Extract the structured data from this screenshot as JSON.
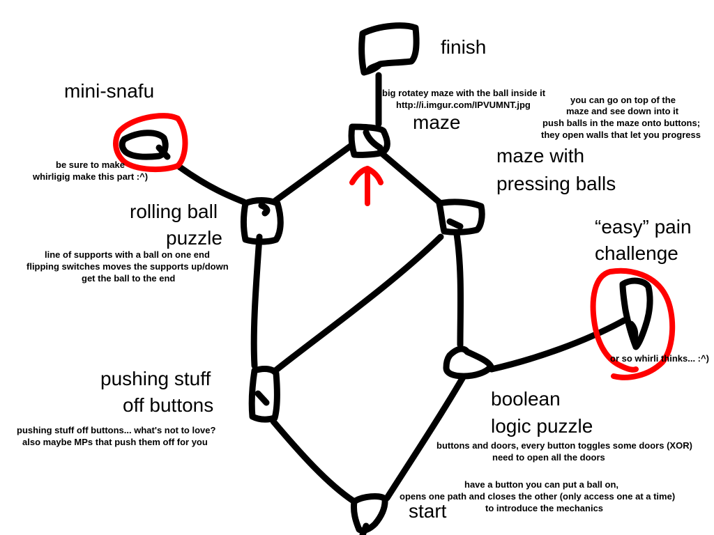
{
  "nodes": {
    "finish": {
      "label": "finish"
    },
    "maze": {
      "label": "maze",
      "note_line1": "big rotatey maze with the ball inside it",
      "note_line2": "http://i.imgur.com/IPVUMNT.jpg"
    },
    "mini_snafu": {
      "label": "mini-snafu",
      "note_line1": "be sure to make",
      "note_line2": "whirligig make this part :^)"
    },
    "maze_pressing": {
      "label_line1": "maze with",
      "label_line2": "pressing balls",
      "note_line1": "you can go on top of the",
      "note_line2": "maze and see down into it",
      "note_line3": "push balls in the maze onto buttons;",
      "note_line4": "they open walls that let you progress"
    },
    "rolling_ball": {
      "label_line1": "rolling ball",
      "label_line2": "puzzle",
      "note_line1": "line of supports with a ball on one end",
      "note_line2": "flipping switches moves the supports up/down",
      "note_line3": "get the ball to the end"
    },
    "easy_pain": {
      "label_line1": "“easy” pain",
      "label_line2": "challenge",
      "note": "or so whirli thinks... :^)"
    },
    "pushing_stuff": {
      "label_line1": "pushing stuff",
      "label_line2": "off buttons",
      "note_line1": "pushing stuff off buttons... what's not to love?",
      "note_line2": "also maybe MPs that push them off for you"
    },
    "boolean": {
      "label_line1": "boolean",
      "label_line2": "logic puzzle",
      "note_line1": "buttons and doors, every button toggles some doors (XOR)",
      "note_line2": "need to open all the doors"
    },
    "start": {
      "label": "start",
      "note_line1": "have a button you can put a ball on,",
      "note_line2": "opens one path and closes the other (only access one at a time)",
      "note_line3": "to introduce the mechanics"
    }
  },
  "colors": {
    "stroke": "#000000",
    "highlight": "#ff0000",
    "background": "#ffffff"
  }
}
